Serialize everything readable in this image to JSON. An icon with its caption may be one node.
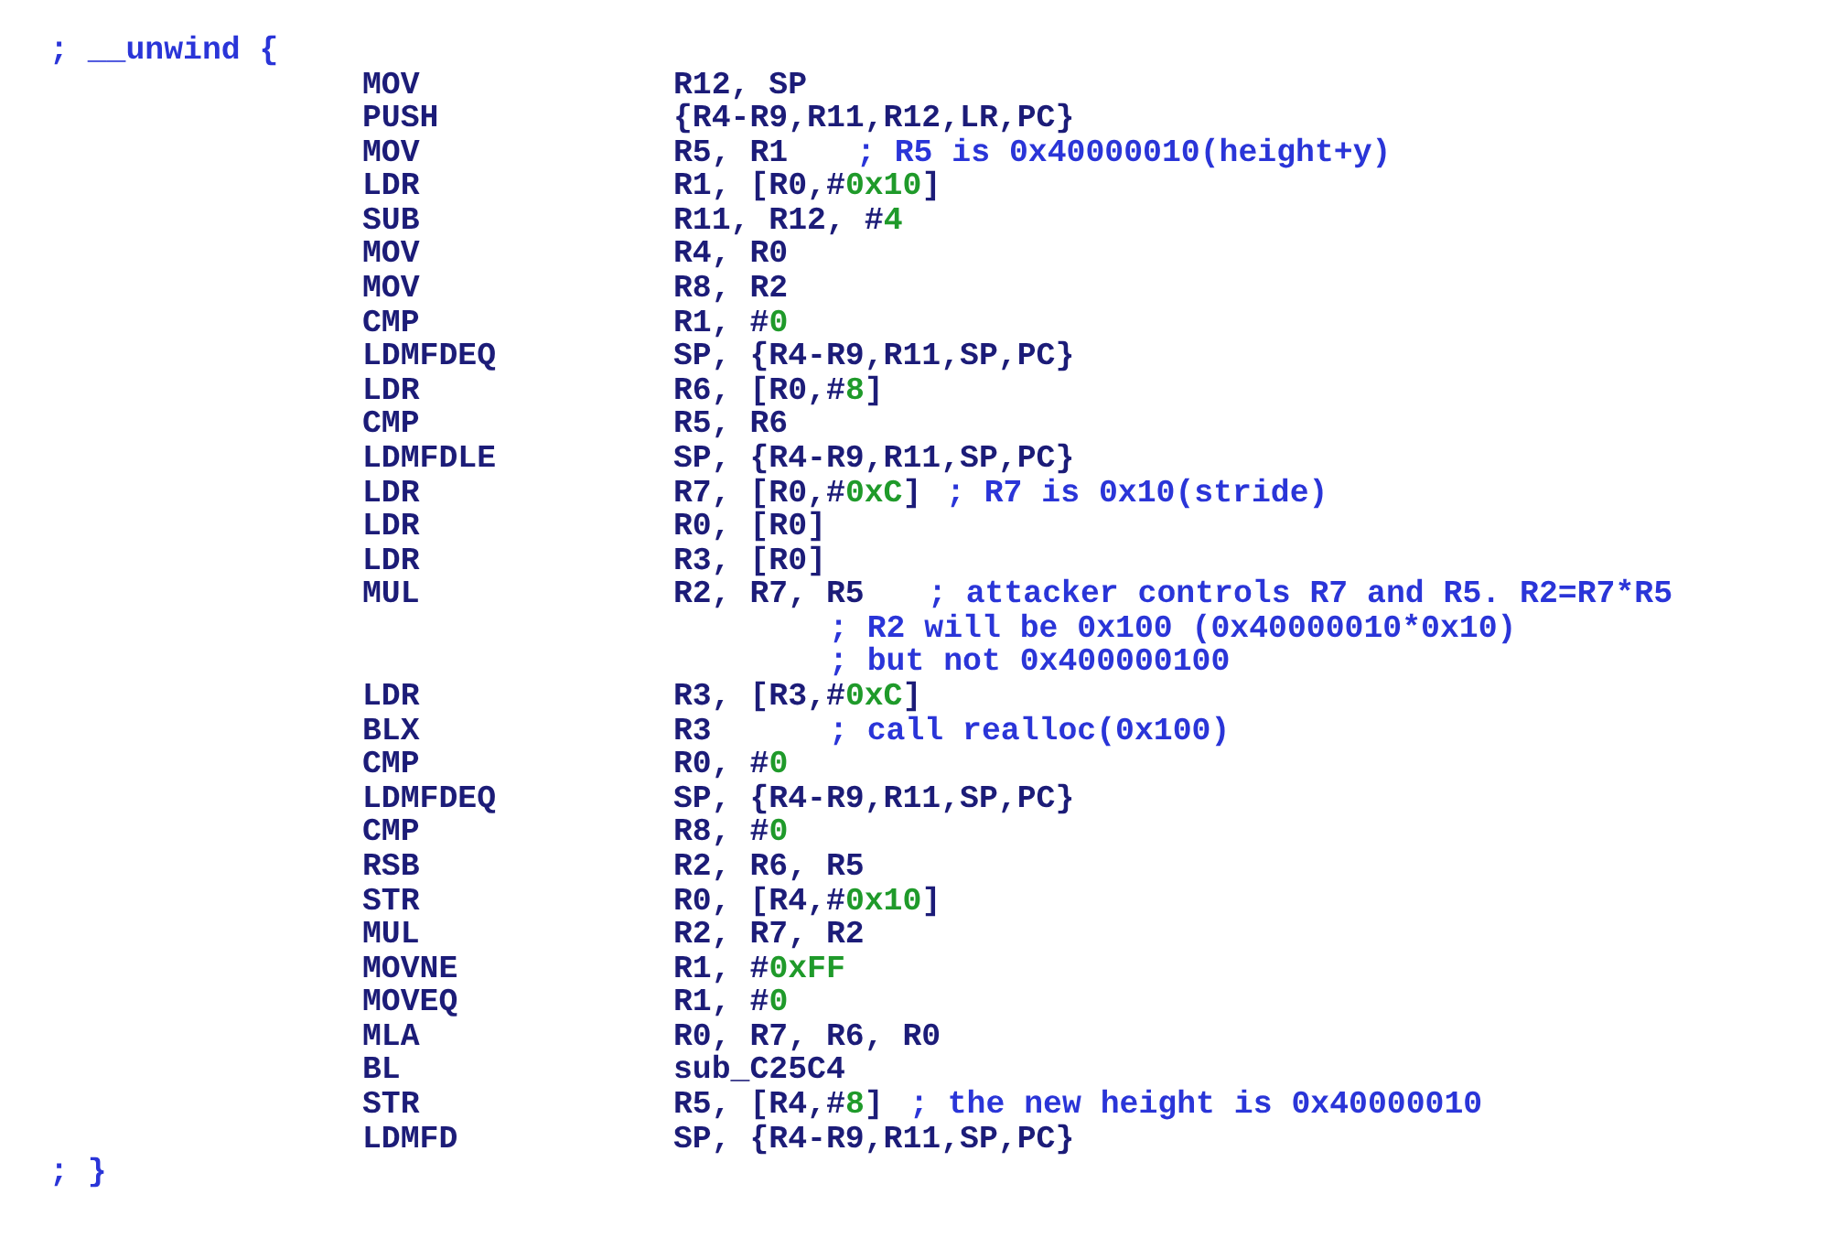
{
  "diagram": {
    "labels": [
      "; __unwind {",
      "MOV",
      "R12, SP",
      "PUSH",
      "{R4-R9,R11,R12,LR,PC}",
      "MOV",
      "R5, R1",
      "; R5 is 0x40000010(height+y)",
      "LDR",
      "R1, [R0,#0x10]",
      "SUB",
      "R11, R12, #4",
      "MOV",
      "R4, R0",
      "MOV",
      "R8, R2",
      "CMP",
      "R1, #0",
      "LDMFDEQ",
      "SP, {R4-R9,R11,SP,PC}",
      "LDR",
      "R6, [R0,#8]",
      "CMP",
      "R5, R6",
      "LDMFDLE",
      "SP, {R4-R9,R11,SP,PC}",
      "LDR",
      "R7, [R0,#0xC]",
      "; R7 is 0x10(stride)",
      "LDR",
      "R0, [R0]",
      "LDR",
      "R3, [R0]",
      "MUL",
      "R2, R7, R5",
      "; attacker controls R7 and R5. R2=R7*R5",
      "; R2 will be 0x100 (0x40000010*0x10)",
      "; but not 0x400000100",
      "LDR",
      "R3, [R3,#0xC]",
      "BLX",
      "R3",
      "; call realloc(0x100)",
      "CMP",
      "R0, #0",
      "LDMFDEQ",
      "SP, {R4-R9,R11,SP,PC}",
      "CMP",
      "R8, #0",
      "RSB",
      "R2, R6, R5",
      "STR",
      "R0, [R4,#0x10]",
      "MUL",
      "R2, R7, R2",
      "MOVNE",
      "R1, #0xFF",
      "MOVEQ",
      "R1, #0",
      "MLA",
      "R0, R7, R6, R0",
      "BL",
      "sub_C25C4",
      "STR",
      "R5, [R4,#8]",
      "; the new height is 0x40000010",
      "LDMFD",
      "SP, {R4-R9,R11,SP,PC}",
      "; }"
    ]
  }
}
